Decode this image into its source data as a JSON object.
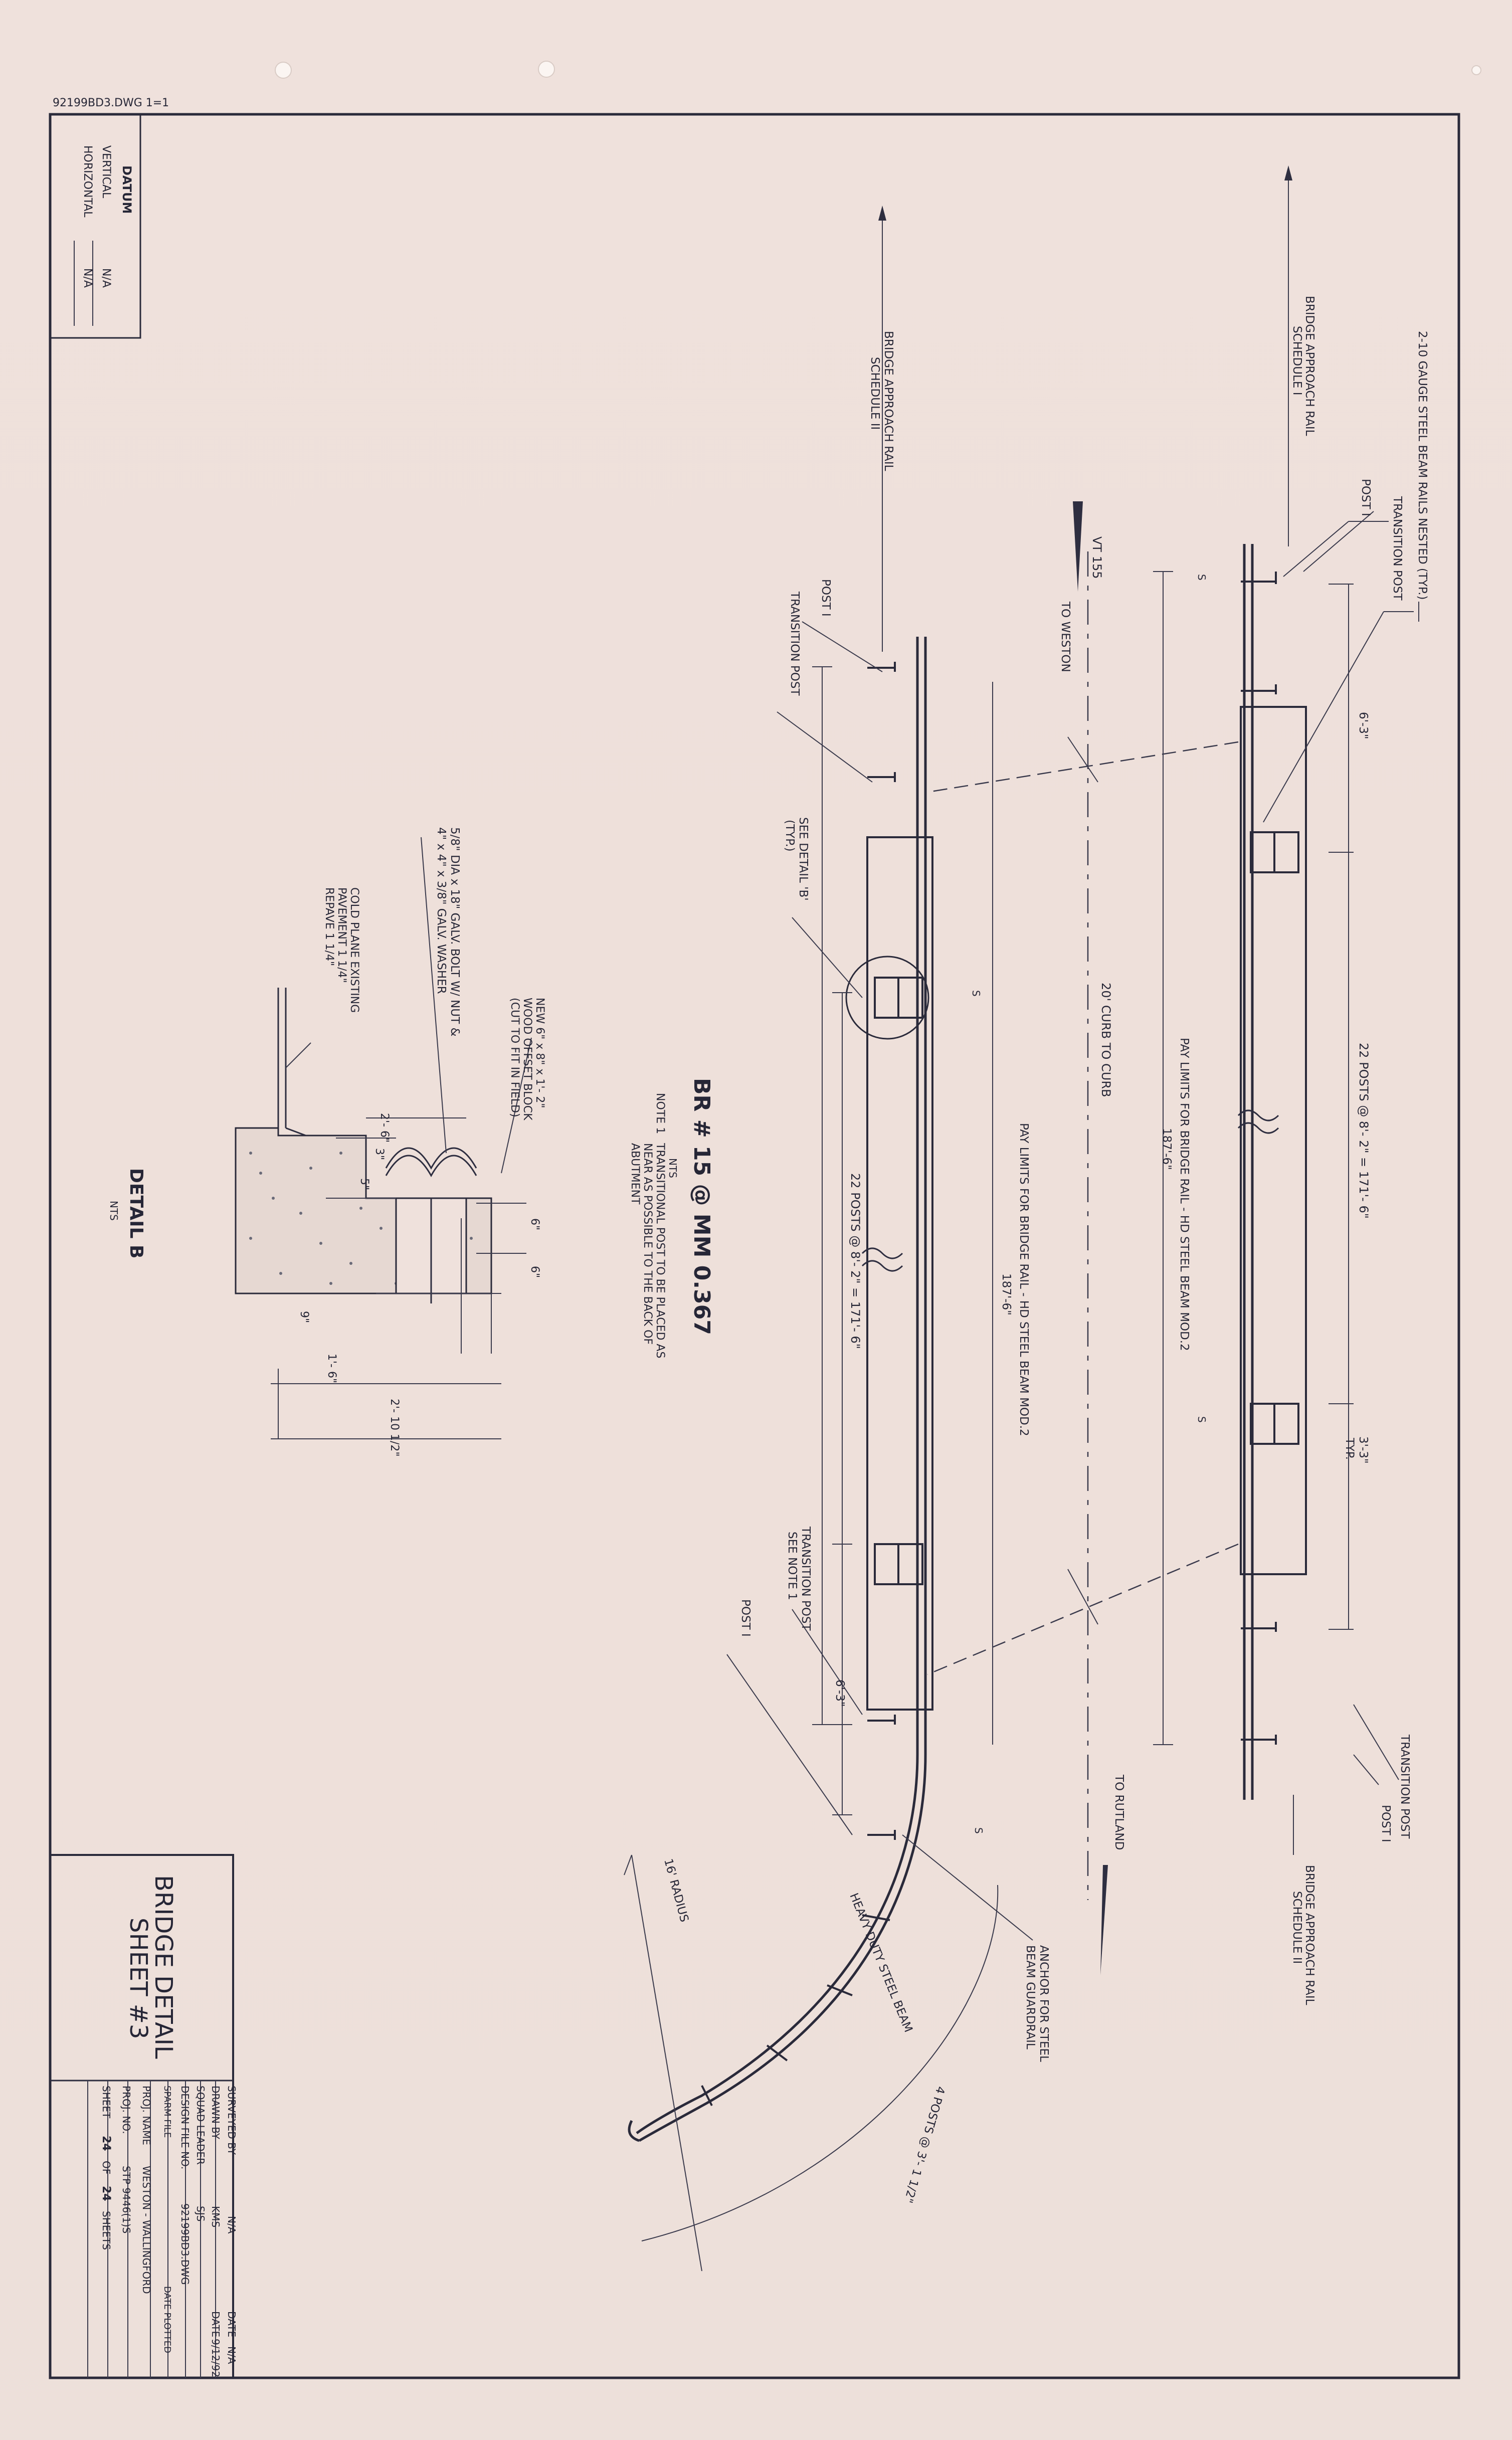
{
  "file_tag": "92199BD3.DWG 1=1",
  "datum": {
    "title": "DATUM",
    "vertical_label": "VERTICAL",
    "vertical_value": "N/A",
    "horizontal_label": "HORIZONTAL",
    "horizontal_value": "N/A"
  },
  "top_plan": {
    "nested_rails_note": "2-10 GAUGE STEEL BEAM RAILS NESTED (TYP.)",
    "schedule_left_line1": "BRIDGE APPROACH RAIL",
    "schedule_left_line2": "SCHEDULE I",
    "post_i_left": "POST I",
    "transition_post_left": "TRANSITION POST",
    "dim_left": "6'-3\"",
    "posts_spec": "22 POSTS @ 8'- 2\" = 171'- 6\"",
    "pay_limits_line1": "PAY LIMITS FOR BRIDGE RAIL - HD STEEL BEAM MOD.2",
    "pay_limits_line2": "187'-6\"",
    "dim_right_line1": "3'-3\"",
    "dim_right_line2": "TYP.",
    "transition_post_right": "TRANSITION POST",
    "post_i_right": "POST I",
    "schedule_right_line1": "BRIDGE APPROACH RAIL",
    "schedule_right_line2": "SCHEDULE II"
  },
  "center": {
    "vt_label": "VT 155",
    "to_weston": "TO WESTON",
    "curb_to_curb": "20' CURB TO CURB",
    "to_rutland": "TO RUTLAND"
  },
  "bottom_plan": {
    "schedule_line1": "BRIDGE APPROACH RAIL",
    "schedule_line2": "SCHEDULE II",
    "post_i_left": "POST I",
    "transition_post_left": "TRANSITION POST",
    "see_detail_line1": "SEE DETAIL 'B'",
    "see_detail_line2": "(TYP.)",
    "pay_limits_line1": "PAY LIMITS FOR BRIDGE RAIL - HD STEEL BEAM MOD.2",
    "pay_limits_line2": "187'-6\"",
    "posts_spec": "22 POSTS @ 8'- 2\" = 171'- 6\"",
    "transition_post_right_line1": "TRANSITION POST",
    "transition_post_right_line2": "SEE NOTE 1",
    "post_i_right": "POST I",
    "dim_right": "6'-3\"",
    "anchor_line1": "ANCHOR FOR STEEL",
    "anchor_line2": "BEAM GUARDRAIL",
    "curve_posts": "4 POSTS @ 3'- 1 1/2\"",
    "hd_steel_beam": "HEAVY DUTY STEEL BEAM",
    "radius": "16' RADIUS"
  },
  "br_title": {
    "title": "BR # 15 @ MM 0.367",
    "nts": "NTS",
    "note_label": "NOTE 1",
    "note_line1": "TRANSITIONAL POST TO BE PLACED AS",
    "note_line2": "NEAR AS POSSIBLE TO THE BACK OF",
    "note_line3": "ABUTMENT"
  },
  "detail_b": {
    "title": "DETAIL B",
    "nts": "NTS",
    "bolt_note_line1": "5/8\" DIA x 18\" GALV. BOLT W/ NUT &",
    "bolt_note_line2": "4\" x 4\" x 3/8\" GALV. WASHER",
    "block_note_line1": "NEW 6\" x 8\" x 1'- 2\"",
    "block_note_line2": "WOOD OFFSET BLOCK",
    "block_note_line3": "(CUT TO FIT IN FIELD)",
    "cold_plane_line1": "COLD PLANE EXISTING",
    "cold_plane_line2": "PAVEMENT 1 1/4\"",
    "cold_plane_line3": "REPAVE 1 1/4\"",
    "dim_2_6": "2'- 6\"",
    "dim_3": "3\"",
    "dim_5": "5\"",
    "dim_6a": "6\"",
    "dim_6b": "6\"",
    "dim_9": "9\"",
    "dim_1_6": "1'- 6\"",
    "dim_2_10": "2'- 10 1/2\""
  },
  "title_block": {
    "sheet_title_line1": "BRIDGE DETAIL",
    "sheet_title_line2": "SHEET #3",
    "surveyed_by_label": "SURVEYED BY",
    "surveyed_by_value": "N/A",
    "date_label_1": "DATE",
    "date_value_1": "N/A",
    "drawn_by_label": "DRAWN BY",
    "drawn_by_value": "KMS",
    "date_label_2": "DATE",
    "date_value_2": "9/12/92",
    "squad_leader_label": "SQUAD LEADER",
    "squad_leader_value": "SJS",
    "design_file_label": "DESIGN FILE NO.",
    "design_file_value": "92199BD3.DWG",
    "sparm_label": "SPARM FILE",
    "date_plotted_label": "DATE PLOTTED",
    "proj_name_label": "PROJ. NAME",
    "proj_name_value": "WESTON - WALLINGFORD",
    "proj_no_label": "PROJ. NO.",
    "proj_no_value": "STP 9446(1)S",
    "sheet_prefix": "SHEET",
    "sheet_number": "24",
    "sheet_of": "OF",
    "sheet_total": "24",
    "sheets_suffix": "SHEETS"
  }
}
